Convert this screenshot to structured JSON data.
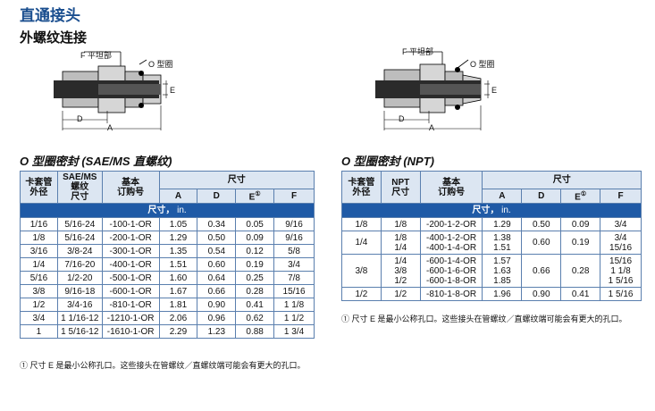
{
  "title": "直通接头",
  "subtitle": "外螺纹连接",
  "diagram": {
    "flat_label": "F 平坦部",
    "oring_label": "O 型圈",
    "dim_a": "A",
    "dim_d": "D",
    "dim_e": "E"
  },
  "left": {
    "section_title": "O 型圈密封 (SAE/MS 直螺纹)",
    "headers": {
      "tube_od": "卡套管\n外径",
      "thread": "SAE/MS\n螺纹\n尺寸",
      "part": "基本\n订购号",
      "dims": "尺寸",
      "a": "A",
      "d": "D",
      "e": "E",
      "e_mark": "①",
      "f": "F"
    },
    "unit_label": "尺寸，",
    "unit_value": "in.",
    "rows": [
      {
        "od": "1/16",
        "thread": "5/16-24",
        "part": "-100-1-OR",
        "a": "1.05",
        "d": "0.34",
        "e": "0.05",
        "f": "9/16"
      },
      {
        "od": "1/8",
        "thread": "5/16-24",
        "part": "-200-1-OR",
        "a": "1.29",
        "d": "0.50",
        "e": "0.09",
        "f": "9/16"
      },
      {
        "od": "3/16",
        "thread": "3/8-24",
        "part": "-300-1-OR",
        "a": "1.35",
        "d": "0.54",
        "e": "0.12",
        "f": "5/8"
      },
      {
        "od": "1/4",
        "thread": "7/16-20",
        "part": "-400-1-OR",
        "a": "1.51",
        "d": "0.60",
        "e": "0.19",
        "f": "3/4"
      },
      {
        "od": "5/16",
        "thread": "1/2-20",
        "part": "-500-1-OR",
        "a": "1.60",
        "d": "0.64",
        "e": "0.25",
        "f": "7/8"
      },
      {
        "od": "3/8",
        "thread": "9/16-18",
        "part": "-600-1-OR",
        "a": "1.67",
        "d": "0.66",
        "e": "0.28",
        "f": "15/16"
      },
      {
        "od": "1/2",
        "thread": "3/4-16",
        "part": "-810-1-OR",
        "a": "1.81",
        "d": "0.90",
        "e": "0.41",
        "f": "1 1/8"
      },
      {
        "od": "3/4",
        "thread": "1 1/16-12",
        "part": "-1210-1-OR",
        "a": "2.06",
        "d": "0.96",
        "e": "0.62",
        "f": "1 1/2"
      },
      {
        "od": "1",
        "thread": "1 5/16-12",
        "part": "-1610-1-OR",
        "a": "2.29",
        "d": "1.23",
        "e": "0.88",
        "f": "1 3/4"
      }
    ],
    "footnote": "① 尺寸 E 是最小公称孔口。这些接头在管螺纹／直螺纹端可能会有更大的孔口。"
  },
  "right": {
    "section_title": "O 型圈密封 (NPT)",
    "headers": {
      "tube_od": "卡套管\n外径",
      "thread": "NPT\n尺寸",
      "part": "基本\n订购号",
      "dims": "尺寸",
      "a": "A",
      "d": "D",
      "e": "E",
      "e_mark": "①",
      "f": "F"
    },
    "unit_label": "尺寸，",
    "unit_value": "in.",
    "rows": [
      {
        "od": "1/8",
        "thread": "1/8",
        "part": "-200-1-2-OR",
        "a": "1.29",
        "d": "0.50",
        "e": "0.09",
        "f": "3/4"
      },
      {
        "od": "1/4",
        "thread": "1/8\n1/4",
        "part": "-400-1-2-OR\n-400-1-4-OR",
        "a": "1.38\n1.51",
        "d": "0.60",
        "e": "0.19",
        "f": "3/4\n15/16"
      },
      {
        "od": "3/8",
        "thread": "1/4\n3/8\n1/2",
        "part": "-600-1-4-OR\n-600-1-6-OR\n-600-1-8-OR",
        "a": "1.57\n1.63\n1.85",
        "d": "0.66",
        "e": "0.28",
        "f": "15/16\n1 1/8\n1 5/16"
      },
      {
        "od": "1/2",
        "thread": "1/2",
        "part": "-810-1-8-OR",
        "a": "1.96",
        "d": "0.90",
        "e": "0.41",
        "f": "1 5/16"
      }
    ],
    "footnote": "① 尺寸 E 是最小公称孔口。这些接头在管螺纹／直螺纹端可能会有更大的孔口。"
  }
}
